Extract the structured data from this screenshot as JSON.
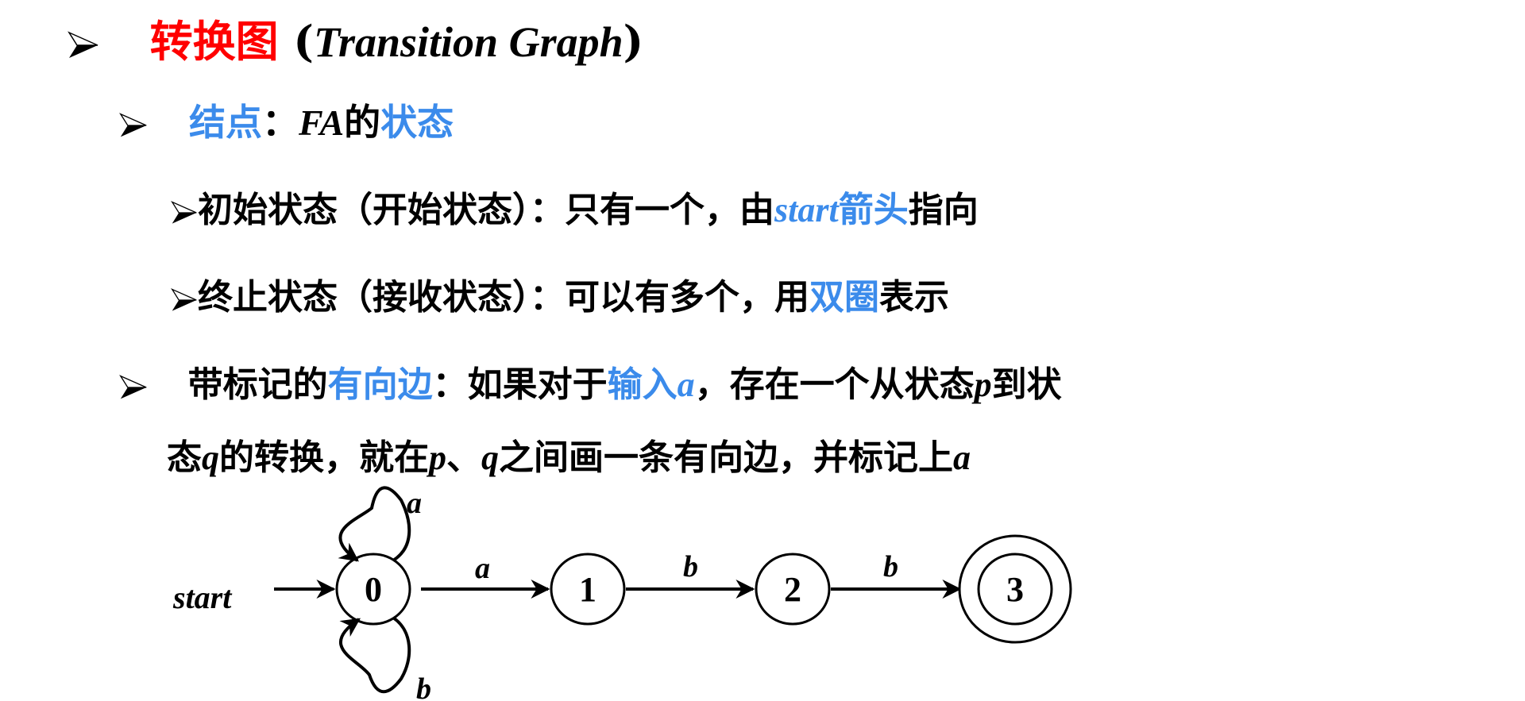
{
  "title": {
    "zh": "转换图",
    "open": " (",
    "en": "Transition Graph",
    "close": ")"
  },
  "node_item": {
    "term": "结点",
    "colon": "：",
    "fa": "FA",
    "de": "的",
    "states": "状态"
  },
  "start_item": {
    "text1": "初始状态（开始状态）：只有一个，由",
    "start": "start",
    "arrow": "箭头",
    "text2": "指向"
  },
  "final_item": {
    "text1": "终止状态（接收状态）：可以有多个，用",
    "double": "双圈",
    "text2": "表示"
  },
  "edge_item": {
    "pre": "带标记的",
    "term": "有向边",
    "t1": "：如果对于",
    "input": "输入",
    "a": "a",
    "t2": "，存在一个从状态",
    "p": "p",
    "t3": "到状",
    "l2_1": "态",
    "q": "q",
    "l2_2": "的转换，就在",
    "p2": "p",
    "l2_3": "、",
    "q2": "q",
    "l2_4": "之间画一条有向边，并标记上",
    "a2": "a"
  },
  "diagram": {
    "start_label": "start",
    "nodes": [
      {
        "label": "0"
      },
      {
        "label": "1"
      },
      {
        "label": "2"
      },
      {
        "label": "3",
        "final": true
      }
    ],
    "edges": [
      {
        "from": "0",
        "to": "0",
        "label": "a"
      },
      {
        "from": "0",
        "to": "0",
        "label": "b"
      },
      {
        "from": "0",
        "to": "1",
        "label": "a"
      },
      {
        "from": "1",
        "to": "2",
        "label": "b"
      },
      {
        "from": "2",
        "to": "3",
        "label": "b"
      }
    ]
  },
  "colors": {
    "title_red": "#ff0000",
    "accent_blue": "#3b8beb"
  }
}
